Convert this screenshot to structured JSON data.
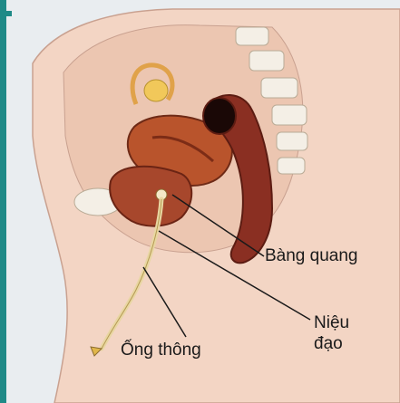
{
  "labels": {
    "bladder": "Bàng quang",
    "urethra_line1": "Niệu",
    "urethra_line2": "đạo",
    "catheter": "Ống thông"
  },
  "colors": {
    "accent": "#1f8a87",
    "background": "#e9edf0",
    "skin": "#f6dccd",
    "organ": "#8c3a22",
    "bladder_fill": "#a7472c",
    "catheter": "#e8d6a2"
  }
}
